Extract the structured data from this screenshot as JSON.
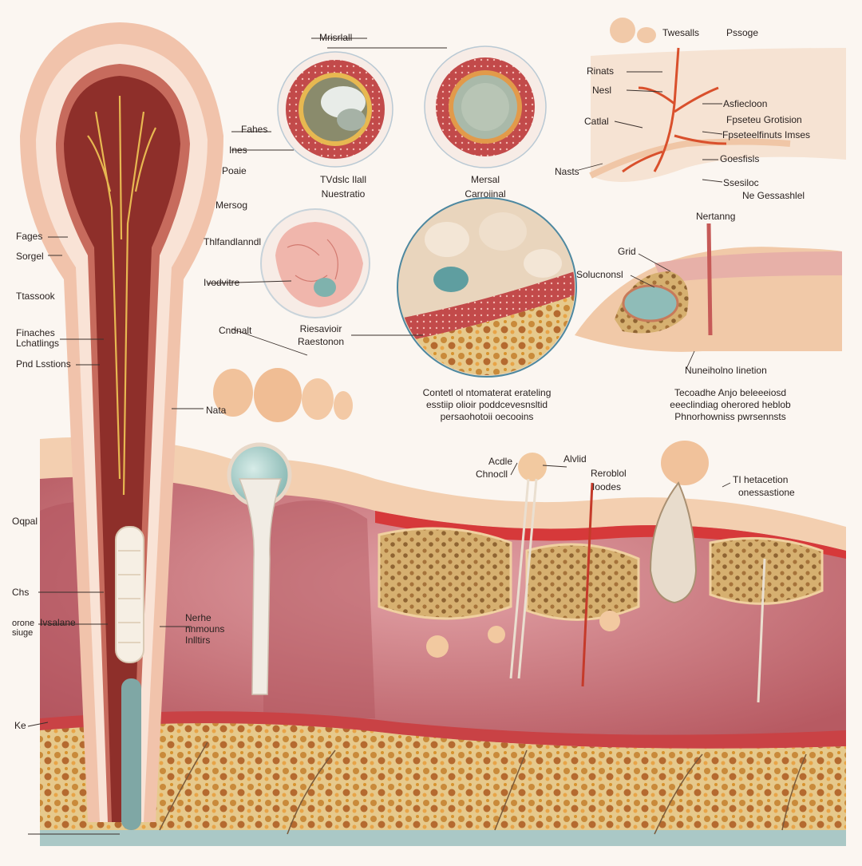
{
  "colors": {
    "background": "#fbf6f1",
    "tissue_pink": "#c9717a",
    "tissue_dark": "#8e2f2a",
    "skin_beige": "#f1c9a8",
    "fat_tan": "#d8b070",
    "nerve_gold": "#e7b851",
    "teal_core": "#9cc7c3",
    "vessel_red": "#d9502c",
    "line": "#3a302c"
  },
  "labels": {
    "top_mid_1": "Mrisrlall",
    "top_left_a": "Fahes",
    "top_left_b": "Ines",
    "top_left_c": "Poaie",
    "inset1_caption_1": "TVdslc Ilall",
    "inset1_caption_2": "Nuestratio",
    "inset2_caption_1": "Mersal",
    "inset2_caption_2": "Carroiinal",
    "mid_left_1": "Mersog",
    "mid_left_2": "Thlfandlanndl",
    "mid_left_3": "Ivodvitre",
    "mid_left_4": "Cndnalt",
    "mid_caption_1": "Riesavioir",
    "mid_caption_2": "Raestonon",
    "left_1": "Fages",
    "left_2": "Sorgel",
    "left_3": "Ttassook",
    "left_4": "Finaches",
    "left_5": "Lchatlings",
    "left_6": "Pnd Lsstions",
    "left_nata": "Nata",
    "tr_1": "Twesalls",
    "tr_2": "Pssoge",
    "tr_3": "Rinats",
    "tr_4": "Nesl",
    "tr_5": "Catlal",
    "tr_6": "Nasts",
    "tr_7": "Asfiecloon",
    "tr_8": "Fpseteu Grotision",
    "tr_9": "Fpseteelfinuts Imses",
    "tr_10": "Goesfisls",
    "tr_11": "Ssesiloc",
    "tr_12": "Ne Gessashlel",
    "r_1": "Nertanng",
    "r_2": "Grid",
    "r_3": "Solucnonsl",
    "r_4": "Nuneiholno Iinetion",
    "mid_para_1": "Contetl ol ntomaterat erateling",
    "mid_para_2": "esstiip olioir poddcevesnsltid",
    "mid_para_3": "persaohotoii oecooins",
    "right_para_1": "Tecoadhe Anjo beleeeiosd",
    "right_para_2": "eeeclindiag oherored heblob",
    "right_para_3": "Phnorhowniss pwrsennsts",
    "low_1": "Acdle",
    "low_2": "Chnocll",
    "low_3": "Alvlid",
    "low_4": "Reroblol",
    "low_5": "Ioodes",
    "low_6": "TI hetacetion",
    "low_7": "onessastione",
    "low_left_1": "Oqpal",
    "low_left_2": "Chs",
    "low_left_3": "orone",
    "low_left_4": "siuge",
    "low_left_5": "Ivsalane",
    "low_left_6": "Nerhe",
    "low_left_7": "nnmouns",
    "low_left_8": "Inlltirs",
    "low_left_9": "Ke"
  },
  "icons": [
    "skin-cross-section",
    "hair-shaft",
    "follicle-inset",
    "capillary-network",
    "sebaceous-gland"
  ]
}
